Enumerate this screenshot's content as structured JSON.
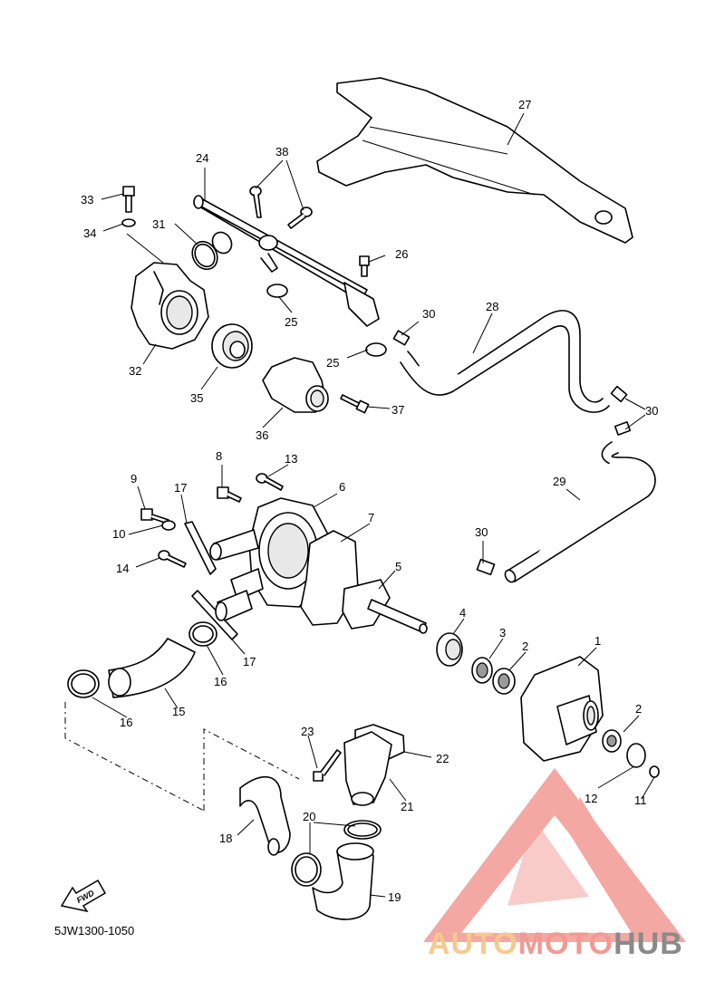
{
  "diagram_code": "5JW1300-1050",
  "fwd_label": "FWD",
  "watermark": {
    "part1": "AUTO",
    "part2": "MOTO",
    "part3": "HUB",
    "color_light": "#f6c98e",
    "color_red": "#f19a94",
    "color_gray": "#8a8a8a"
  },
  "callouts": {
    "c1": "1",
    "c2a": "2",
    "c2b": "2",
    "c3": "3",
    "c4": "4",
    "c5": "5",
    "c6": "6",
    "c7": "7",
    "c8": "8",
    "c9": "9",
    "c10": "10",
    "c11": "11",
    "c12": "12",
    "c13": "13",
    "c14": "14",
    "c15": "15",
    "c16a": "16",
    "c16b": "16",
    "c17a": "17",
    "c17b": "17",
    "c18": "18",
    "c19": "19",
    "c20": "20",
    "c21": "21",
    "c22": "22",
    "c23": "23",
    "c24": "24",
    "c25a": "25",
    "c25b": "25",
    "c26": "26",
    "c27": "27",
    "c28": "28",
    "c29": "29",
    "c30a": "30",
    "c30b": "30",
    "c30c": "30",
    "c31": "31",
    "c32": "32",
    "c33": "33",
    "c34": "34",
    "c35": "35",
    "c36": "36",
    "c37": "37",
    "c38": "38"
  }
}
